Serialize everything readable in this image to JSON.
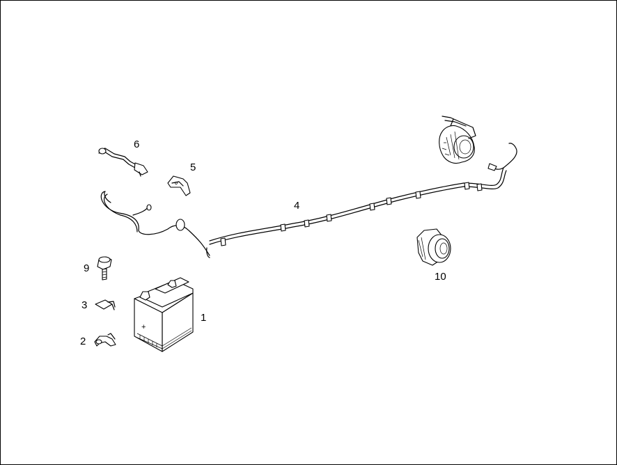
{
  "callouts": {
    "p1": "1",
    "p2": "2",
    "p3": "3",
    "p4": "4",
    "p5": "5",
    "p6": "6",
    "p9": "9",
    "p10": "10"
  },
  "battery": {
    "terminal_mark": "+"
  },
  "colors": {
    "line": "#000000",
    "background": "#ffffff"
  }
}
